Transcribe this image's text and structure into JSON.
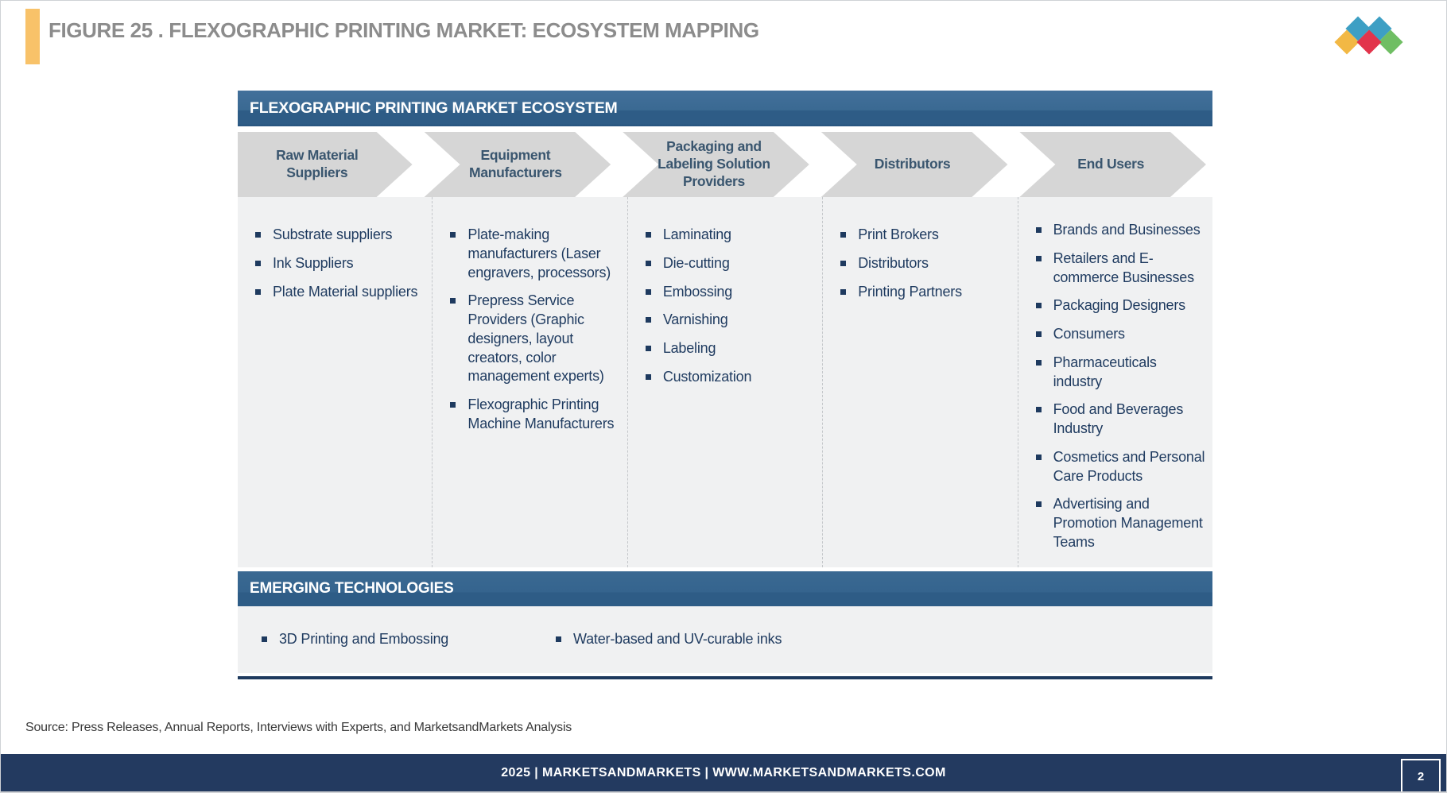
{
  "header": {
    "figure_title": "FIGURE 25 . FLEXOGRAPHIC PRINTING MARKET: ECOSYSTEM MAPPING",
    "logo": {
      "name": "marketsandmarkets-logo",
      "diamond_colors": [
        "#3D9FC4",
        "#3D9FC4",
        "#F2B844",
        "#6FBE63",
        "#E2344B"
      ]
    },
    "accent_color": "#F8C269"
  },
  "diagram": {
    "title": "FLEXOGRAPHIC PRINTING MARKET ECOSYSTEM",
    "columns": [
      {
        "header": "Raw Material Suppliers",
        "items": [
          "Substrate suppliers",
          "Ink Suppliers",
          "Plate Material suppliers"
        ]
      },
      {
        "header": "Equipment Manufacturers",
        "items": [
          "Plate-making manufacturers (Laser engravers, processors)",
          "Prepress Service Providers (Graphic designers, layout creators, color management experts)",
          "Flexographic Printing Machine Manufacturers"
        ]
      },
      {
        "header": "Packaging and Labeling Solution Providers",
        "items": [
          "Laminating",
          "Die-cutting",
          "Embossing",
          "Varnishing",
          "Labeling",
          "Customization"
        ]
      },
      {
        "header": "Distributors",
        "items": [
          "Print Brokers",
          "Distributors",
          "Printing Partners"
        ]
      },
      {
        "header": "End Users",
        "items": [
          "Brands and Businesses",
          "Retailers and E-commerce Businesses",
          "Packaging Designers",
          "Consumers",
          "Pharmaceuticals industry",
          "Food and Beverages Industry",
          "Cosmetics and Personal Care Products",
          "Advertising and Promotion Management Teams"
        ]
      }
    ],
    "emerging": {
      "title": "EMERGING TECHNOLOGIES",
      "items": [
        "3D Printing and Embossing",
        "Water-based and UV-curable inks"
      ]
    },
    "colors": {
      "header_blue_top": "#42709A",
      "header_blue_bottom": "#2E5C86",
      "chevron_gray": "#D6D6D6",
      "chevron_text": "#3A566F",
      "content_bg": "#F0F1F2",
      "item_text": "#1E3A5F",
      "bottom_rule": "#1E3A5E"
    }
  },
  "footer": {
    "source_note": "Source: Press Releases, Annual Reports, Interviews with Experts, and MarketsandMarkets Analysis",
    "bar_text": "2025 | MARKETSANDMARKETS | WWW.MARKETSANDMARKETS.COM",
    "bar_color": "#233A60",
    "page_number": "2"
  }
}
